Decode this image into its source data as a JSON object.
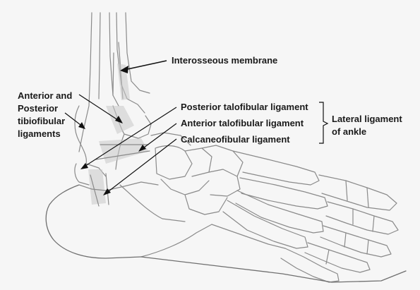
{
  "labels": {
    "interosseous": "Interosseous membrane",
    "ant_post_line1": "Anterior and",
    "ant_post_line2": "Posterior",
    "ant_post_line3": "tibiofibular",
    "ant_post_line4": "ligaments",
    "post_talofib": "Posterior talofibular ligament",
    "ant_talofib": "Anterior talofibular ligament",
    "calcaneofib": "Calcaneofibular ligament",
    "lateral_line1": "Lateral ligament",
    "lateral_line2": "of ankle"
  },
  "colors": {
    "sketch": "#8a8a8a",
    "text": "#1a1a1a",
    "arrow": "#111111",
    "background": "#f6f6f6"
  }
}
